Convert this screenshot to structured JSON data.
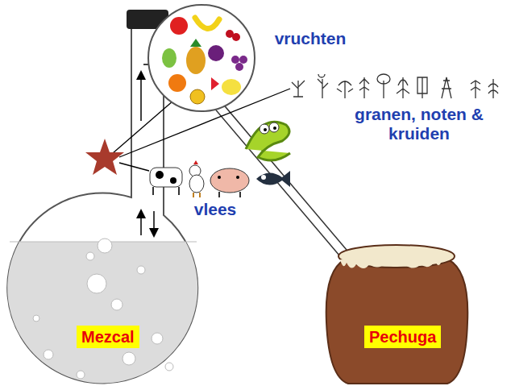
{
  "diagram": {
    "nodes": [
      {
        "text": [
          "Mezcal"
        ]
      },
      {
        "text": [
          "Pechuga"
        ]
      }
    ],
    "labels": [
      "vruchten",
      "granen, noten & kruiden",
      "vlees"
    ]
  }
}
